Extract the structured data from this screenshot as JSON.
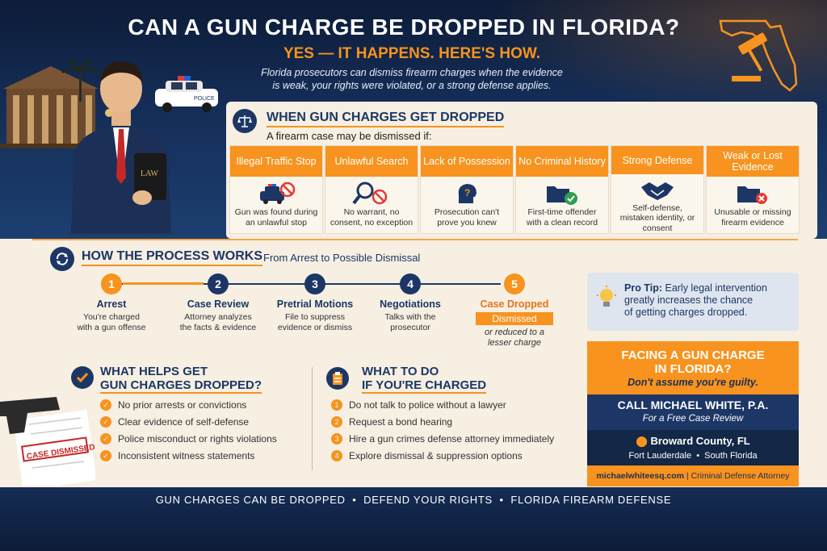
{
  "header": {
    "title": "CAN A GUN CHARGE BE DROPPED IN FLORIDA?",
    "subtitle": "YES — IT HAPPENS. HERE'S HOW.",
    "intro_line1": "Florida prosecutors can dismiss firearm charges when the evidence",
    "intro_line2": "is weak, your rights were violated, or a strong defense applies."
  },
  "scene": {
    "police_label": "POLICE",
    "book_label": "LAW"
  },
  "dropped": {
    "title": "WHEN GUN CHARGES GET DROPPED",
    "lead": "A firearm case may be dismissed if:",
    "cards": [
      {
        "head": "Illegal Traffic Stop",
        "icon": "police-car-icon",
        "text": "Gun was found during an unlawful stop"
      },
      {
        "head": "Unlawful Search",
        "icon": "magnifier-prohibited-icon",
        "text": "No warrant, no consent, no exception"
      },
      {
        "head": "Lack of Possession",
        "icon": "head-question-icon",
        "text": "Prosecution can't prove you knew"
      },
      {
        "head": "No Criminal History",
        "icon": "folder-check-icon",
        "text": "First-time offender with a clean record"
      },
      {
        "head": "Strong Defense",
        "icon": "handshake-icon",
        "text": "Self-defense, mistaken identity, or consent"
      },
      {
        "head": "Weak or Lost Evidence",
        "icon": "folder-x-icon",
        "text": "Unusable or missing firearm evidence"
      }
    ]
  },
  "process": {
    "title": "HOW THE PROCESS WORKS",
    "tagline": "From Arrest to Possible Dismissal",
    "steps": [
      {
        "num": "1",
        "name": "Arrest",
        "desc1": "You're charged",
        "desc2": "with a gun offense"
      },
      {
        "num": "2",
        "name": "Case Review",
        "desc1": "Attorney analyzes",
        "desc2": "the facts & evidence"
      },
      {
        "num": "3",
        "name": "Pretrial Motions",
        "desc1": "File to suppress",
        "desc2": "evidence or dismiss"
      },
      {
        "num": "4",
        "name": "Negotiations",
        "desc1": "Talks with the",
        "desc2": "prosecutor"
      },
      {
        "num": "5",
        "name": "Case Dropped",
        "badge": "Dismissed",
        "desc1": "or reduced to a",
        "desc2": "lesser charge"
      }
    ]
  },
  "protip": {
    "label": "Pro Tip:",
    "line1": "Early legal intervention",
    "line2": "greatly increases the chance",
    "line3": "of getting charges dropped."
  },
  "helps": {
    "title1": "WHAT HELPS GET",
    "title2": "GUN CHARGES DROPPED?",
    "items": [
      "No prior arrests or convictions",
      "Clear evidence of self-defense",
      "Police misconduct or rights violations",
      "Inconsistent witness statements"
    ],
    "stamp": "CASE DISMISSED"
  },
  "todo": {
    "title1": "WHAT TO DO",
    "title2": "IF YOU'RE CHARGED",
    "items": [
      {
        "num": "1",
        "text": "Do not talk to police without a lawyer"
      },
      {
        "num": "2",
        "text": "Request a bond hearing"
      },
      {
        "num": "3",
        "text": "Hire a gun crimes defense attorney immediately"
      },
      {
        "num": "4",
        "text": "Explore dismissal & suppression options"
      }
    ]
  },
  "cta": {
    "line1": "FACING A GUN CHARGE",
    "line2": "IN FLORIDA?",
    "line3": "Don't assume you're guilty.",
    "call": "CALL MICHAEL WHITE, P.A.",
    "call_sub": "For a Free Case Review",
    "location": "Broward County, FL",
    "cities1": "Fort Lauderdale",
    "cities2": "South Florida",
    "website": "michaelwhiteesq.com",
    "role": "Criminal Defense Attorney"
  },
  "footer": {
    "item1": "GUN CHARGES CAN BE DROPPED",
    "item2": "DEFEND YOUR RIGHTS",
    "item3": "FLORIDA FIREARM DEFENSE"
  },
  "colors": {
    "navy": "#1c3766",
    "orange": "#f7931e",
    "cream": "#f6efe2"
  }
}
